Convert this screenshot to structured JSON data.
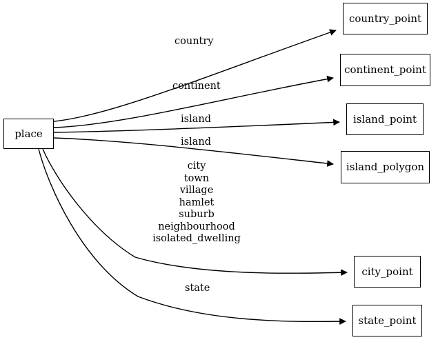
{
  "diagram": {
    "type": "directed-graph",
    "background_color": "#ffffff",
    "line_color": "#000000",
    "source_node": {
      "id": "place",
      "label": "place"
    },
    "target_nodes": [
      {
        "id": "country_point",
        "label": "country_point"
      },
      {
        "id": "continent_point",
        "label": "continent_point"
      },
      {
        "id": "island_point",
        "label": "island_point"
      },
      {
        "id": "island_polygon",
        "label": "island_polygon"
      },
      {
        "id": "city_point",
        "label": "city_point"
      },
      {
        "id": "state_point",
        "label": "state_point"
      }
    ],
    "edges": [
      {
        "from": "place",
        "to": "country_point",
        "label": "country"
      },
      {
        "from": "place",
        "to": "continent_point",
        "label": "continent"
      },
      {
        "from": "place",
        "to": "island_point",
        "label": "island"
      },
      {
        "from": "place",
        "to": "island_polygon",
        "label": "island"
      },
      {
        "from": "place",
        "to": "city_point",
        "label_lines": [
          "city",
          "town",
          "village",
          "hamlet",
          "suburb",
          "neighbourhood",
          "isolated_dwelling"
        ]
      },
      {
        "from": "place",
        "to": "state_point",
        "label": "state"
      }
    ]
  }
}
